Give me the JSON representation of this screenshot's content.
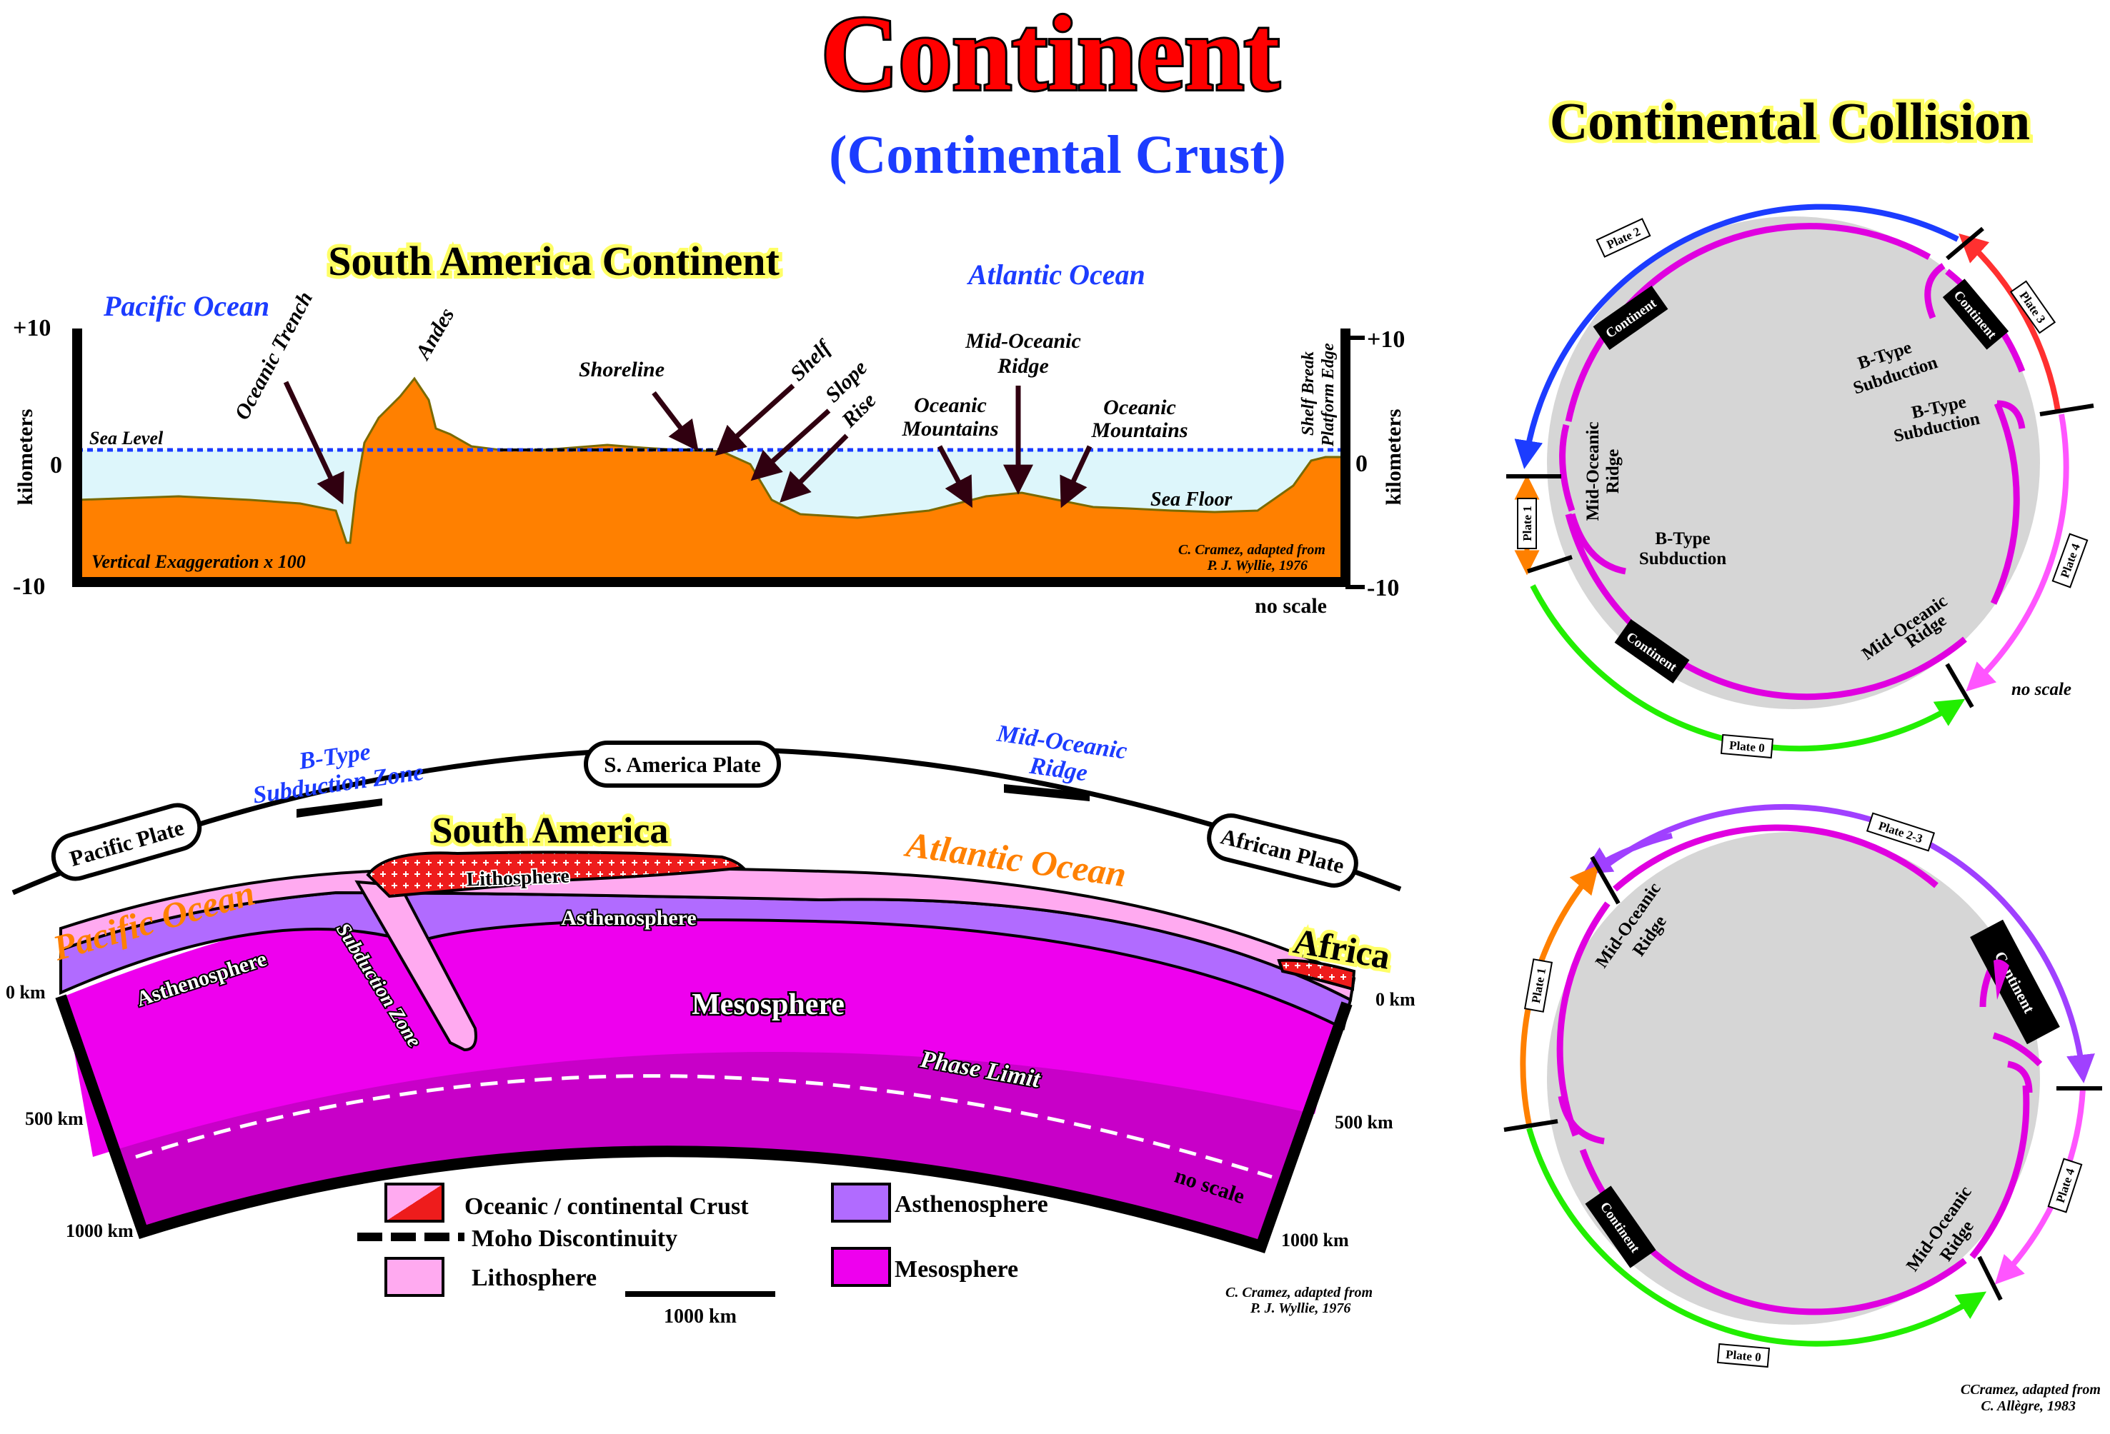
{
  "header": {
    "title": "Continent",
    "subtitle": "(Continental Crust)",
    "right_title": "Continental Collision"
  },
  "profile": {
    "title": "South America Continent",
    "pacific": "Pacific Ocean",
    "atlantic": "Atlantic Ocean",
    "y_top": "+10",
    "y_zero": "0",
    "y_bottom": "-10",
    "ylabel": "kilometers",
    "sea_level": "Sea Level",
    "oceanic_trench": "Oceanic Trench",
    "andes": "Andes",
    "shoreline": "Shoreline",
    "shelf": "Shelf",
    "slope": "Slope",
    "rise": "Rise",
    "mor_line1": "Mid-Oceanic",
    "mor_line2": "Ridge",
    "om1_line1": "Oceanic",
    "om1_line2": "Mountains",
    "om2_line1": "Oceanic",
    "om2_line2": "Mountains",
    "shelf_break": "Shelf Break",
    "platform_edge": "Platform Edge",
    "sea_floor": "Sea Floor",
    "vertical_exag": "Vertical Exaggeration x 100",
    "credit1": "C. Cramez, adapted from",
    "credit2": "P. J. Wyllie, 1976",
    "no_scale": "no scale"
  },
  "section": {
    "btype_line1": "B-Type",
    "btype_line2": "Subduction Zone",
    "sa_plate": "S. America Plate",
    "mor_line1": "Mid-Oceanic",
    "mor_line2": "Ridge",
    "pacific_plate": "Pacific Plate",
    "african_plate": "African Plate",
    "south_america": "South America",
    "atlantic_ocean": "Atlantic Ocean",
    "pacific_ocean": "Pacific Ocean",
    "africa": "Africa",
    "lithosphere": "Lithosphere",
    "asthenosphere_top": "Asthenosphere",
    "asthenosphere_left": "Asthenosphere",
    "subduction_zone": "Subduction Zone",
    "mesosphere": "Mesosphere",
    "phase_limit": "Phase Limit",
    "depth_0_left": "0 km",
    "depth_0_right": "0 km",
    "depth_500_left": "500 km",
    "depth_500_right": "500 km",
    "depth_1000_left": "1000 km",
    "depth_1000_right": "1000 km",
    "no_scale": "no scale",
    "credit1": "C. Cramez, adapted from",
    "credit2": "P. J. Wyllie, 1976"
  },
  "legend": {
    "crust": "Oceanic / continental Crust",
    "moho": "Moho Discontinuity",
    "lithosphere": "Lithosphere",
    "asthenosphere": "Asthenosphere",
    "mesosphere": "Mesosphere",
    "scale": "1000 km"
  },
  "collision_top": {
    "plate0": "Plate 0",
    "plate1": "Plate 1",
    "plate2": "Plate 2",
    "plate3": "Plate 3",
    "plate4": "Plate 4",
    "continent_a": "Continent",
    "continent_b": "Continent",
    "continent_c": "Continent",
    "btype_a1": "B-Type",
    "btype_a2": "Subduction",
    "btype_b1": "B-Type",
    "btype_b2": "Subduction",
    "btype_c1": "B-Type",
    "btype_c2": "Subduction",
    "mor_a1": "Mid-Oceanic",
    "mor_a2": "Ridge",
    "mor_b1": "Mid-Oceanic",
    "mor_b2": "Ridge",
    "no_scale": "no scale"
  },
  "collision_bottom": {
    "plate0": "Plate 0",
    "plate1": "Plate 1",
    "plate23": "Plate 2-3",
    "plate4": "Plate 4",
    "continent_a": "Continent",
    "continent_b": "Continent",
    "mor_a1": "Mid-Oceanic",
    "mor_a2": "Ridge",
    "mor_b1": "Mid-Oceanic",
    "mor_b2": "Ridge",
    "credit1": "CCramez, adapted from",
    "credit2": "C. Allègre, 1983"
  },
  "colors": {
    "title_red": "#ff0000",
    "subtitle_blue": "#1c3cff",
    "highlight": "#ffff66",
    "land_orange": "#ff8000",
    "sea_blue": "#ddf6fb",
    "lithosphere": "#ffaaf0",
    "asthenosphere": "#b16bff",
    "mesosphere": "#ee00ee",
    "mesosphere_deep": "#c800c8",
    "circle_grey": "#d6d6d6",
    "ring_magenta": "#e000e0",
    "plate_blue": "#1c3cff",
    "plate_red": "#ff3030",
    "plate_orange": "#ff8000",
    "plate_green": "#22ee00",
    "plate_pink": "#ff55ff",
    "plate_violet": "#a040ff"
  }
}
